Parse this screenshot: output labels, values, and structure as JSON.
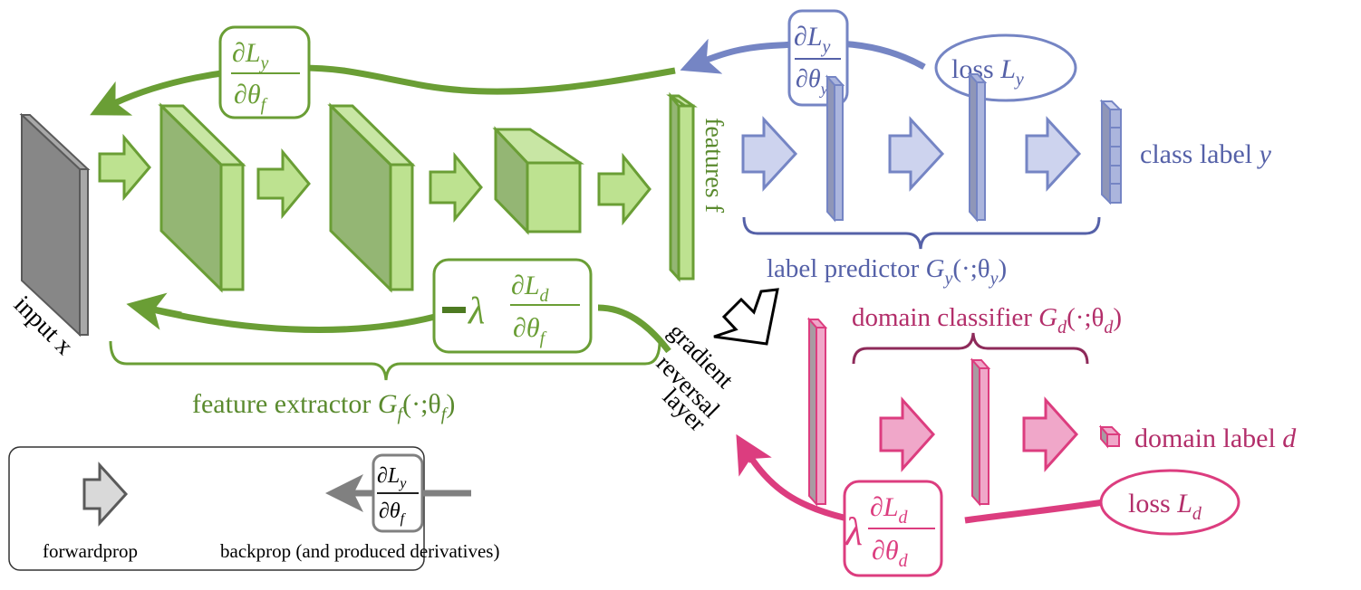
{
  "colors": {
    "green": "#6a9e35",
    "green_fill": "#bde290",
    "green_dark_fill": "#94b674",
    "green_text": "#5a8a2e",
    "blue": "#7585c4",
    "blue_fill": "#abb5dd",
    "blue_light_fill": "#cdd3ee",
    "blue_text": "#5561a8",
    "pink": "#dc3d7f",
    "pink_fill": "#f0a7c9",
    "pink_text": "#b32e6a",
    "gray": "#5a5a5a",
    "gray_fill": "#878787"
  },
  "labels": {
    "input": "input x",
    "features": "features f",
    "feature_extractor": "feature extractor",
    "feature_extractor_math": "G",
    "feature_extractor_sub": "f",
    "feature_extractor_args": "(·;θ",
    "feature_extractor_args_sub": "f",
    "label_predictor": "label predictor",
    "label_predictor_math": "G",
    "label_predictor_sub": "y",
    "label_predictor_args": "(·;θ",
    "label_predictor_args_sub": "y",
    "domain_classifier": "domain classifier",
    "domain_classifier_math": "G",
    "domain_classifier_sub": "d",
    "domain_classifier_args": "(·;θ",
    "domain_classifier_args_sub": "d",
    "class_label": "class label",
    "class_label_var": "y",
    "domain_label": "domain label",
    "domain_label_var": "d",
    "loss_y": "loss",
    "loss_y_var": "L",
    "loss_y_sub": "y",
    "loss_d": "loss",
    "loss_d_var": "L",
    "loss_d_sub": "d",
    "grl_line1": "gradient",
    "grl_line2": "reversal",
    "grl_line3": "layer"
  },
  "derivatives": {
    "dLy_dthetaf": {
      "num": "∂L",
      "num_sub": "y",
      "den": "∂θ",
      "den_sub": "f"
    },
    "dLy_dthetay": {
      "num": "∂L",
      "num_sub": "y",
      "den": "∂θ",
      "den_sub": "y"
    },
    "neg_lambda_dLd_dthetaf": {
      "prefix_sign": "−",
      "prefix": "λ",
      "num": "∂L",
      "num_sub": "d",
      "den": "∂θ",
      "den_sub": "f"
    },
    "lambda_dLd_dthetad": {
      "prefix": "λ",
      "num": "∂L",
      "num_sub": "d",
      "den": "∂θ",
      "den_sub": "d"
    }
  },
  "legend": {
    "forwardprop": "forwardprop",
    "backprop": "backprop (and produced derivatives)",
    "sample": {
      "num": "∂L",
      "num_sub": "y",
      "den": "∂θ",
      "den_sub": "f"
    }
  }
}
